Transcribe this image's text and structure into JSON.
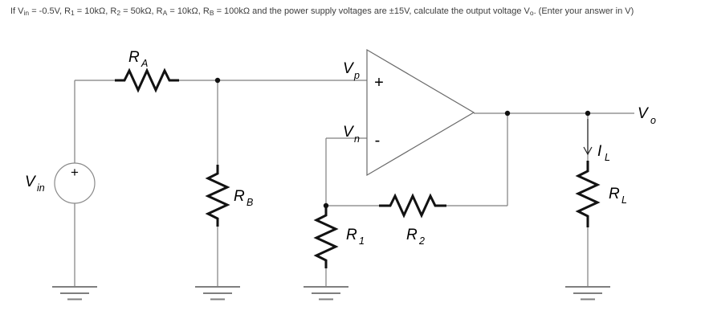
{
  "question": {
    "seg1": "If V",
    "sub1": "in",
    "seg2": " = -0.5V, R",
    "sub2": "1",
    "seg3": " = 10kΩ, R",
    "sub3": "2",
    "seg4": " = 50kΩ, R",
    "sub4": "A",
    "seg5": " = 10kΩ, R",
    "sub5": "B",
    "seg6": " = 100kΩ and the power supply voltages are ±15V, calculate the output voltage V",
    "sub6": "o",
    "seg7": ". (Enter your answer in V)"
  },
  "circuit": {
    "source_polarity": "+",
    "opamp_plus": "+",
    "opamp_minus": "-",
    "labels": {
      "ra_main": "R",
      "ra_sub": "A",
      "rb_main": "R",
      "rb_sub": "B",
      "r1_main": "R",
      "r1_sub": "1",
      "r2_main": "R",
      "r2_sub": "2",
      "rl_main": "R",
      "rl_sub": "L",
      "vin_main": "V",
      "vin_sub": "in",
      "vp_main": "V",
      "vp_sub": "p",
      "vn_main": "V",
      "vn_sub": "n",
      "vo_main": "V",
      "vo_sub": "o",
      "il_main": "I",
      "il_sub": "L"
    }
  },
  "colors": {
    "background": "#ffffff",
    "wire": "#7f7f7f",
    "component": "#121212",
    "text": "#000000",
    "question_text": "#3d3d3d"
  }
}
